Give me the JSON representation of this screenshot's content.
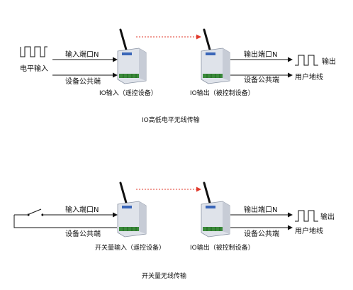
{
  "diagram1": {
    "input_signal_label": "电平输入",
    "input_port_label": "输入端口N",
    "common_left_label": "设备公共端",
    "output_port_label": "输出端口N",
    "common_right_label": "设备公共端",
    "output_signal_label": "输出",
    "user_ground_label": "用户地线",
    "remote_device_caption": "IO输入（遥控设备）",
    "controlled_device_caption": "IO输出（被控制设备）",
    "title": "IO高低电平无线传输"
  },
  "diagram2": {
    "input_port_label": "输入端口N",
    "common_left_label": "设备公共端",
    "output_port_label": "输出端口N",
    "common_right_label": "设备公共端",
    "output_signal_label": "输出",
    "user_ground_label": "用户地线",
    "remote_device_caption": "开关量输入（遥控设备）",
    "controlled_device_caption": "IO输出（被控制设备）",
    "title": "开关量无线传输"
  },
  "colors": {
    "wireless_link": "#e0392b",
    "device_body": "#dfe3ea",
    "device_accent": "#3a66b8",
    "terminal": "#3a8a3a"
  }
}
